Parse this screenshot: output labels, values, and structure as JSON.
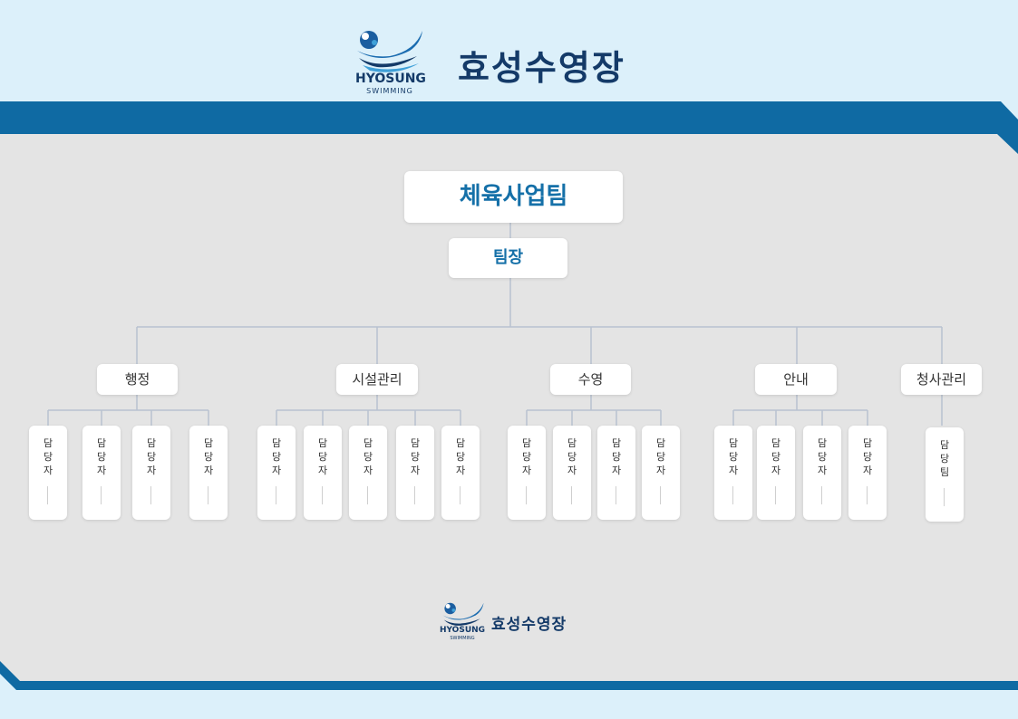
{
  "header": {
    "logo_text": "HYOSUNG",
    "logo_sub": "SWIMMING",
    "title": "효성수영장"
  },
  "org": {
    "team": "체육사업팀",
    "leader": "팀장",
    "departments": [
      {
        "label": "행정",
        "staff": [
          [
            "담",
            "당",
            "자"
          ],
          [
            "담",
            "당",
            "자"
          ],
          [
            "담",
            "당",
            "자"
          ],
          [
            "담",
            "당",
            "자"
          ]
        ]
      },
      {
        "label": "시설관리",
        "staff": [
          [
            "담",
            "당",
            "자"
          ],
          [
            "담",
            "당",
            "자"
          ],
          [
            "담",
            "당",
            "자"
          ],
          [
            "담",
            "당",
            "자"
          ],
          [
            "담",
            "당",
            "자"
          ]
        ]
      },
      {
        "label": "수영",
        "staff": [
          [
            "담",
            "당",
            "자"
          ],
          [
            "담",
            "당",
            "자"
          ],
          [
            "담",
            "당",
            "자"
          ],
          [
            "담",
            "당",
            "자"
          ]
        ]
      },
      {
        "label": "안내",
        "staff": [
          [
            "담",
            "당",
            "자"
          ],
          [
            "담",
            "당",
            "자"
          ],
          [
            "담",
            "당",
            "자"
          ],
          [
            "담",
            "당",
            "자"
          ]
        ]
      },
      {
        "label": "청사관리",
        "staff": [
          [
            "담",
            "당",
            "팀"
          ]
        ]
      }
    ]
  },
  "footer": {
    "logo_text": "HYOSUNG",
    "logo_sub": "SWIMMING",
    "title": "효성수영장"
  },
  "colors": {
    "navy": "#143a68",
    "blue": "#1570a8",
    "band": "#0f6aa3",
    "panel": "#e4e4e4",
    "background": "#dcf0fa"
  }
}
